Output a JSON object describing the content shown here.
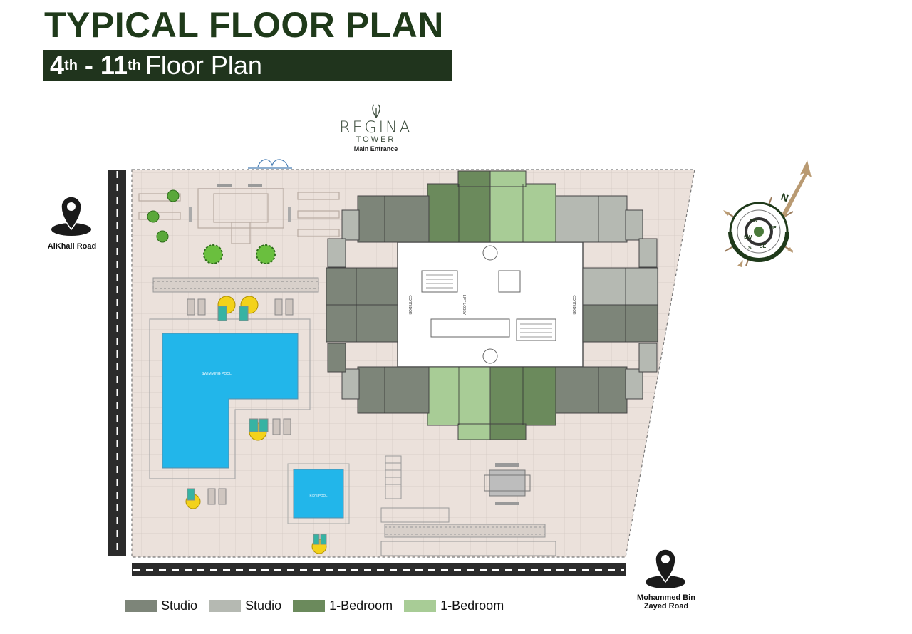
{
  "header": {
    "title": "TYPICAL FLOOR PLAN",
    "floor_from": "4",
    "floor_from_sup": "th",
    "dash": " - ",
    "floor_to": "11",
    "floor_to_sup": "th",
    "floor_suffix": "Floor Plan"
  },
  "logo": {
    "name": "REGINA",
    "tower": "TOWER",
    "entrance": "Main Entrance"
  },
  "roads": {
    "left": "AlKhail Road",
    "bottom_line1": "Mohammed Bin",
    "bottom_line2": "Zayed Road"
  },
  "plan_labels": {
    "pool": "SWIMMING POOL",
    "kids_pool": "KID'S POOL",
    "corridor": "CORRIDOR",
    "lift_lobby": "LIFT LOBBY"
  },
  "compass": {
    "labels": [
      "N",
      "NE",
      "SE",
      "S",
      "SW",
      "NW"
    ]
  },
  "legend": [
    {
      "label": "Studio",
      "color": "#7d8579"
    },
    {
      "label": "Studio",
      "color": "#b5b9b2"
    },
    {
      "label": "1-Bedroom",
      "color": "#6b8a5c"
    },
    {
      "label": "1-Bedroom",
      "color": "#a8cc96"
    }
  ],
  "colors": {
    "dark_green": "#20341d",
    "paving": "#ebe1db",
    "water": "#22b6ea"
  }
}
